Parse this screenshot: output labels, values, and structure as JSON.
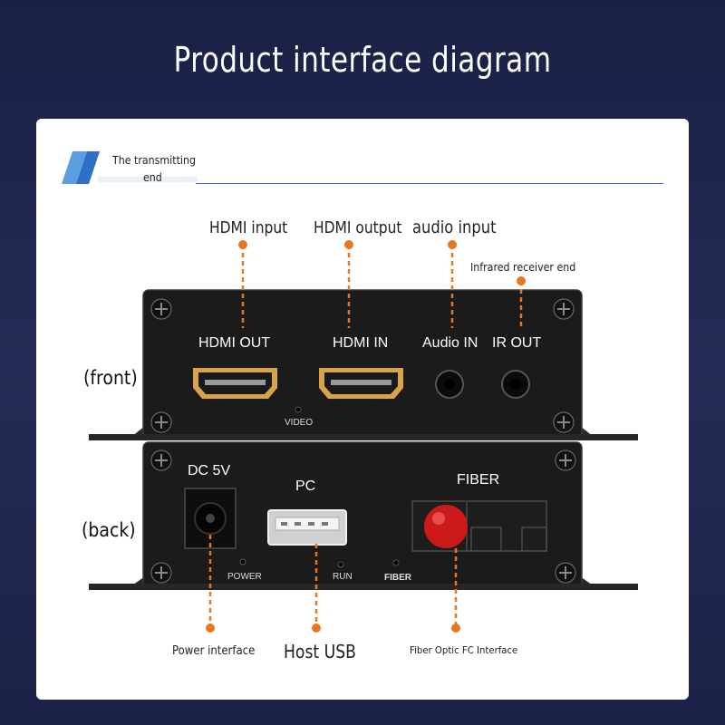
{
  "title": "Product interface diagram",
  "section": {
    "line1": "The transmitting",
    "line2": "end"
  },
  "callouts": {
    "hdmi_input": "HDMI input",
    "hdmi_output": "HDMI output",
    "audio_input": "audio input",
    "infrared": "Infrared receiver end",
    "power_interface": "Power interface",
    "host_usb": "Host USB",
    "fiber_interface": "Fiber Optic FC Interface"
  },
  "sides": {
    "front": "(front)",
    "back": "(back)"
  },
  "front_panel": {
    "hdmi_out": "HDMI OUT",
    "hdmi_in": "HDMI IN",
    "audio_in": "Audio IN",
    "ir_out": "IR OUT",
    "video": "VIDEO"
  },
  "back_panel": {
    "dc": "DC 5V",
    "pc": "PC",
    "fiber": "FIBER",
    "power": "POWER",
    "run": "RUN",
    "fiber_led": "FIBER"
  },
  "colors": {
    "background": "#1d2347",
    "accent": "#e8761e",
    "device": "#1a1a1a",
    "section_line": "#3b6fc4"
  }
}
